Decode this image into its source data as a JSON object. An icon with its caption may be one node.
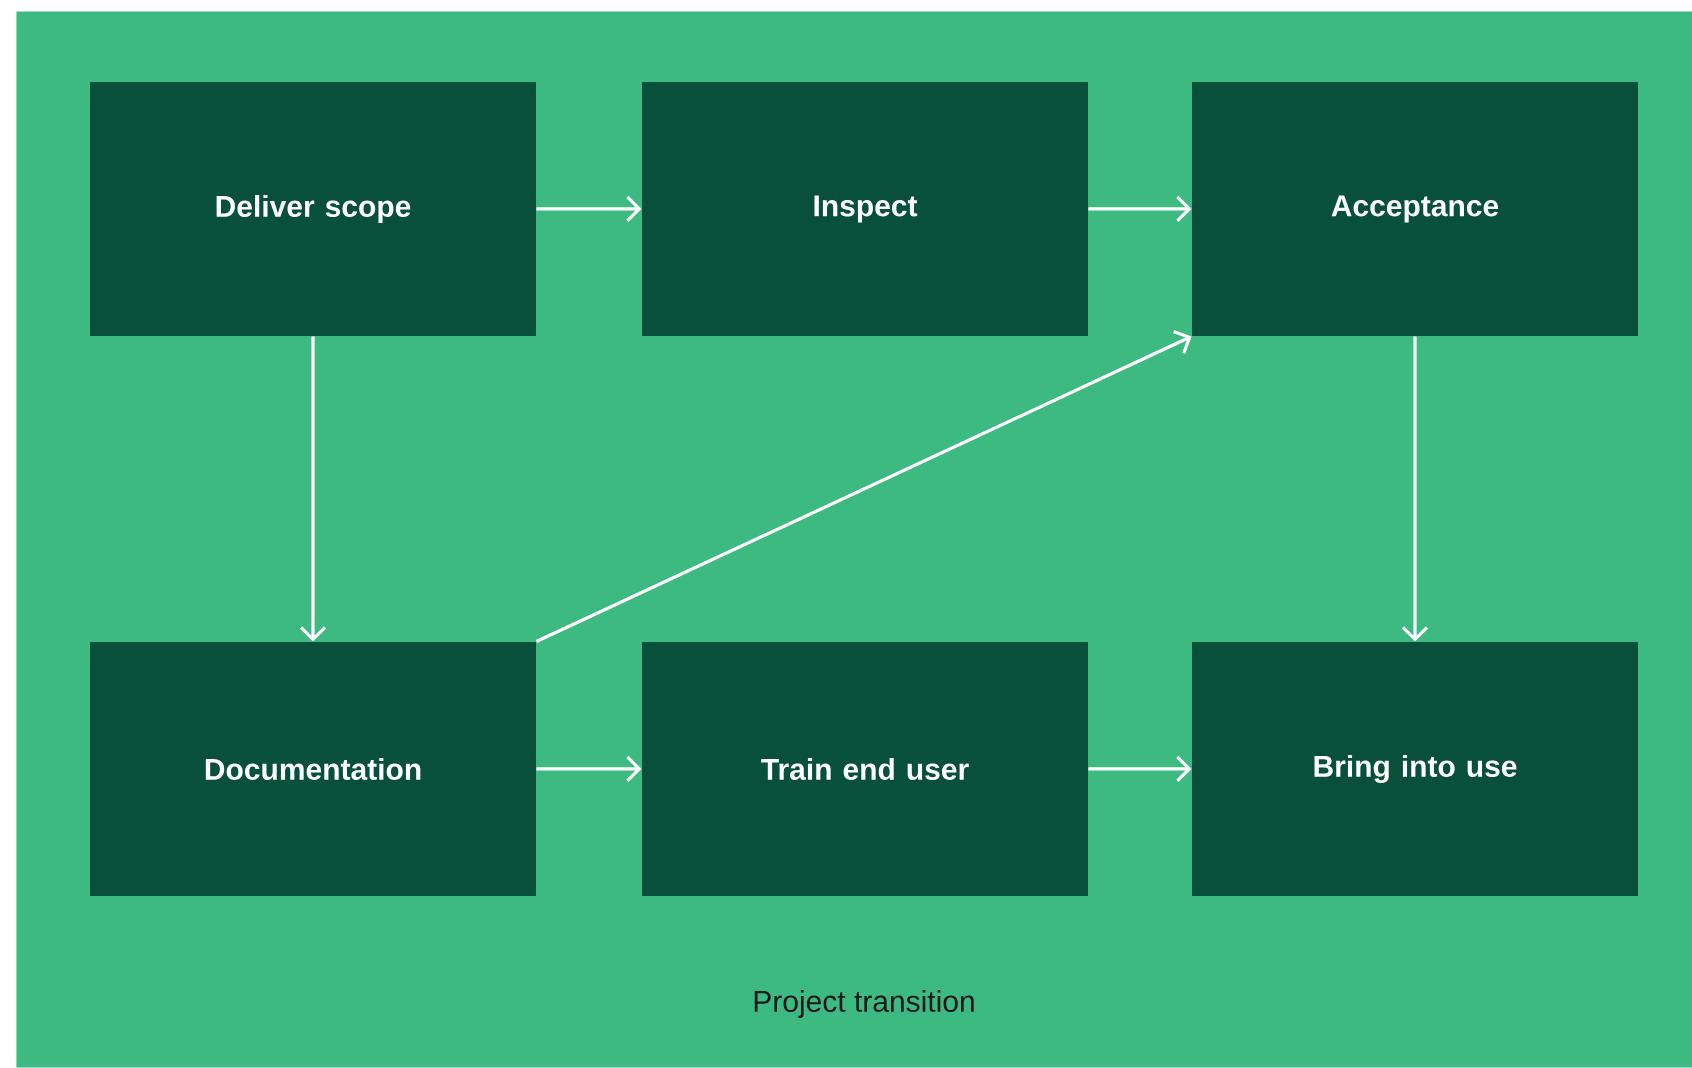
{
  "diagram": {
    "nodes": [
      {
        "text": [
          "Project transition"
        ]
      },
      {
        "text": [
          "Deliver scope"
        ],
        "in": 0
      },
      {
        "text": [
          "Inspect"
        ],
        "in": 0
      },
      {
        "text": [
          "Acceptance"
        ],
        "in": 0
      },
      {
        "text": [
          "Documentation"
        ],
        "in": 0
      },
      {
        "text": [
          "Train end user"
        ],
        "in": 0
      },
      {
        "text": [
          "Bring into use"
        ],
        "in": 0
      }
    ],
    "edges": [
      {
        "from": 1,
        "to": 2,
        "arrow": "to"
      },
      {
        "from": 2,
        "to": 3,
        "arrow": "to"
      },
      {
        "from": 1,
        "to": 4,
        "arrow": "to"
      },
      {
        "from": 4,
        "to": 3,
        "arrow": "to"
      },
      {
        "from": 3,
        "to": 6,
        "arrow": "to"
      },
      {
        "from": 4,
        "to": 5,
        "arrow": "to"
      },
      {
        "from": 5,
        "to": 6,
        "arrow": "to"
      }
    ]
  }
}
